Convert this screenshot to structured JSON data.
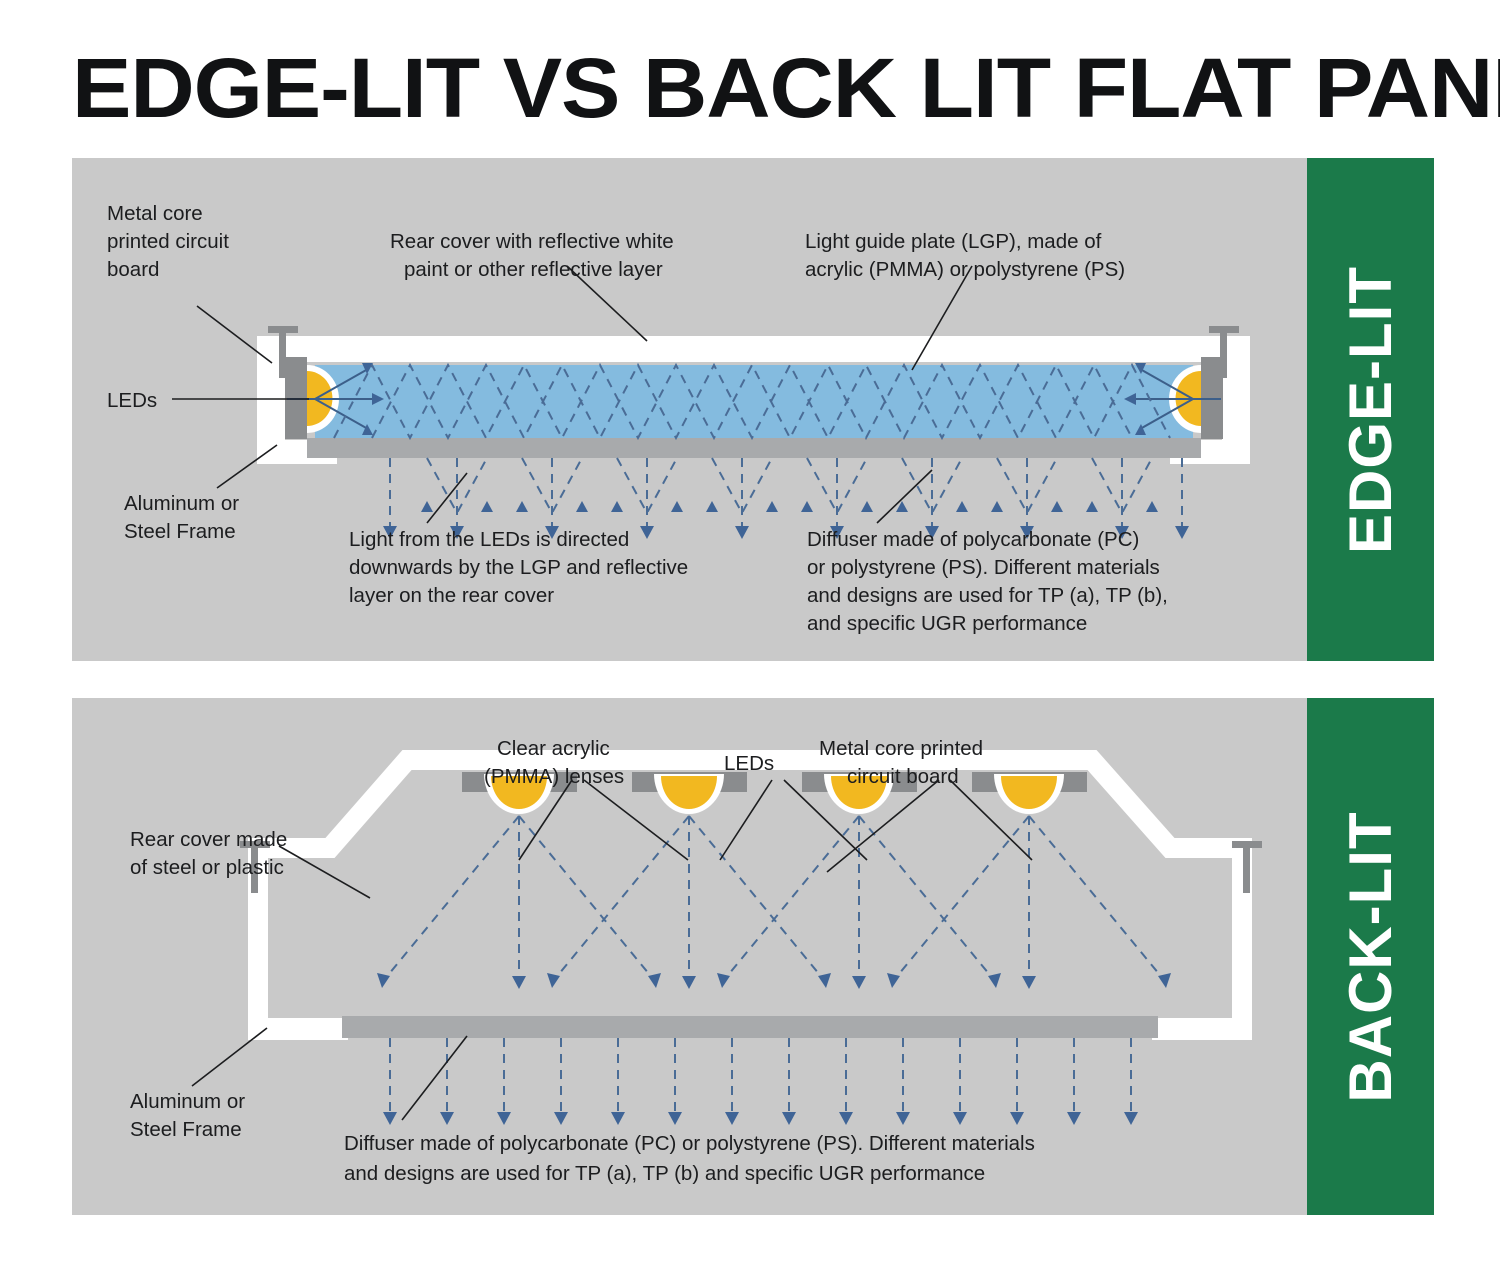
{
  "title": "EDGE-LIT VS BACK LIT FLAT PANELS",
  "colors": {
    "background": "#ffffff",
    "panel": "#c9c9c9",
    "accent_green": "#1b7a4a",
    "lgp_blue": "#84bbdf",
    "led_yellow": "#f2b820",
    "frame_white": "#ffffff",
    "pcb_gray": "#8a8c8e",
    "diffuser_gray": "#a8aaac",
    "ray_blue": "#4a6c96",
    "text": "#1c1d1f"
  },
  "edge_lit": {
    "tab_label": "EDGE-LIT",
    "labels": {
      "pcb": "Metal core\nprinted circuit\nboard",
      "pcb_lines": [
        "Metal core",
        "printed circuit",
        "board"
      ],
      "leds": "LEDs",
      "frame_lines": [
        "Aluminum or",
        "Steel Frame"
      ],
      "rear_cover_lines": [
        "Rear cover with reflective white",
        "paint or other reflective layer"
      ],
      "lgp_lines": [
        "Light guide plate (LGP), made of",
        "acrylic (PMMA) or polystyrene (PS)"
      ],
      "light_direction_lines": [
        "Light from the LEDs is directed",
        "downwards by the LGP and reflective",
        "layer on the rear cover"
      ],
      "diffuser_lines": [
        "Diffuser made of polycarbonate (PC)",
        "or polystyrene (PS). Different materials",
        "and designs are used for TP (a), TP (b),",
        "and specific UGR performance"
      ]
    }
  },
  "back_lit": {
    "tab_label": "BACK-LIT",
    "labels": {
      "lens_lines": [
        "Clear acrylic",
        "(PMMA) lenses"
      ],
      "leds": "LEDs",
      "pcb_lines": [
        "Metal core printed",
        "circuit board"
      ],
      "rear_cover_lines": [
        "Rear cover made",
        "of steel or plastic"
      ],
      "frame_lines": [
        "Aluminum or",
        "Steel Frame"
      ],
      "diffuser_lines": [
        "Diffuser made of polycarbonate (PC) or polystyrene (PS). Different materials",
        "and designs are used for TP (a), TP (b) and specific UGR performance"
      ]
    },
    "led_count": 4
  }
}
